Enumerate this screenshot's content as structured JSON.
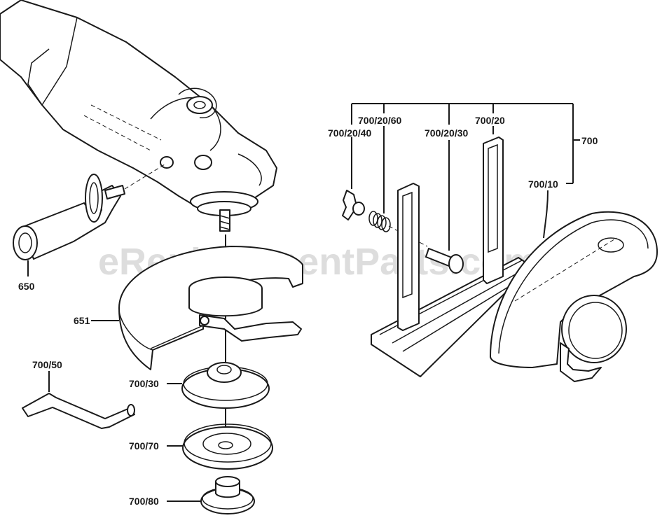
{
  "watermark": "eReplacementParts.com",
  "labels": {
    "p650": "650",
    "p651": "651",
    "p700": "700",
    "p700_10": "700/10",
    "p700_20": "700/20",
    "p700_20_30": "700/20/30",
    "p700_20_40": "700/20/40",
    "p700_20_60": "700/20/60",
    "p700_30": "700/30",
    "p700_50": "700/50",
    "p700_70": "700/70",
    "p700_80": "700/80"
  }
}
